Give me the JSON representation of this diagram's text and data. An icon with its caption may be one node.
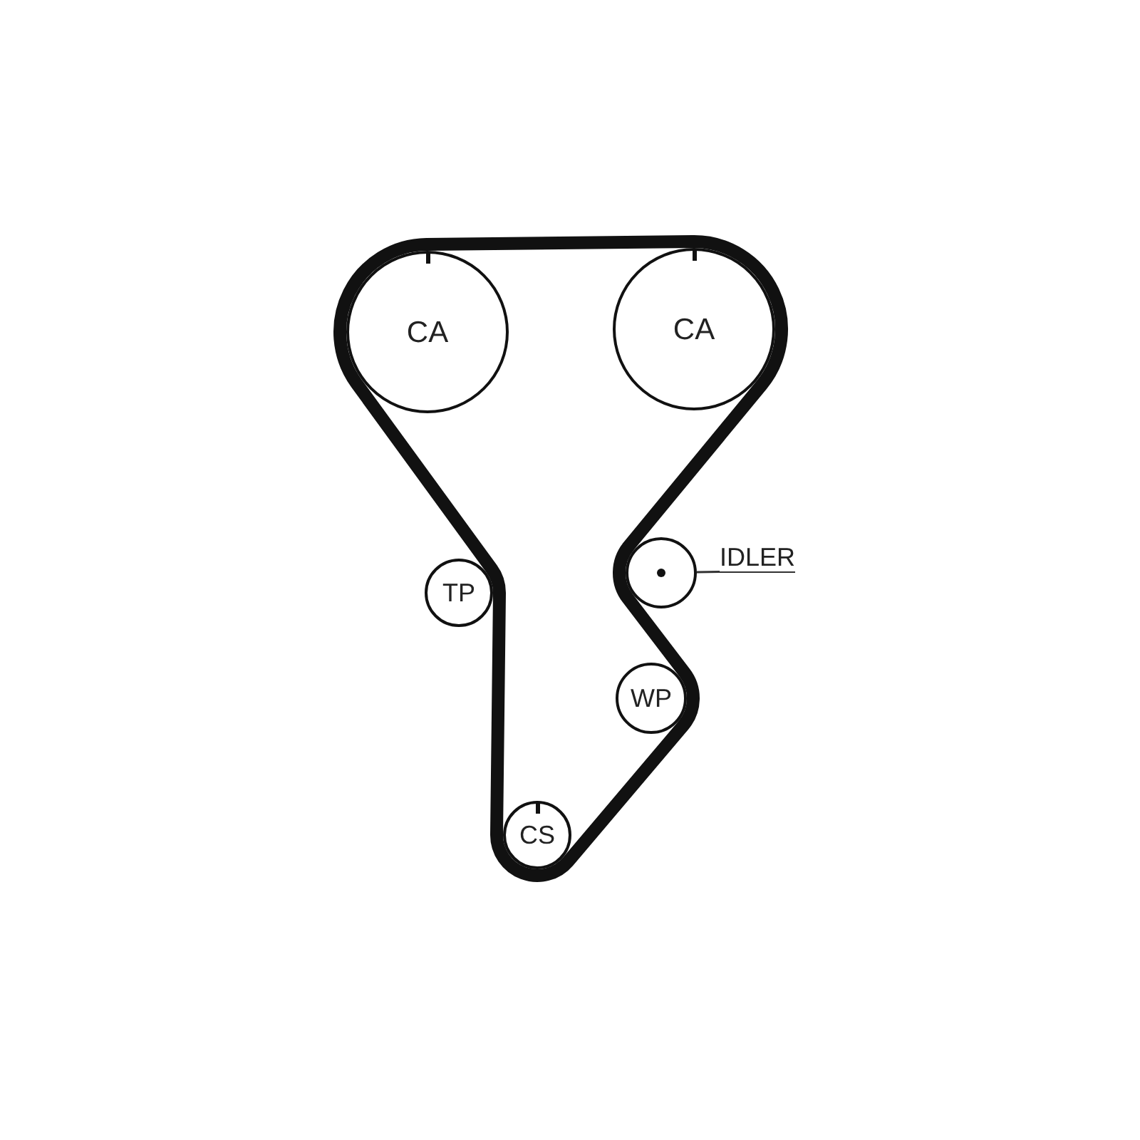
{
  "diagram": {
    "nodes": [
      {
        "text": [
          "CA"
        ]
      },
      {
        "text": [
          "CA"
        ]
      },
      {
        "text": [
          "TP"
        ]
      },
      {
        "text": [],
        "shape": "circle"
      },
      {
        "text": [
          "IDLER"
        ]
      },
      {
        "text": [
          "WP"
        ]
      },
      {
        "text": [
          "CS"
        ]
      }
    ],
    "edges": [
      {
        "from": 4,
        "to": 3,
        "arrow": "none"
      }
    ]
  }
}
